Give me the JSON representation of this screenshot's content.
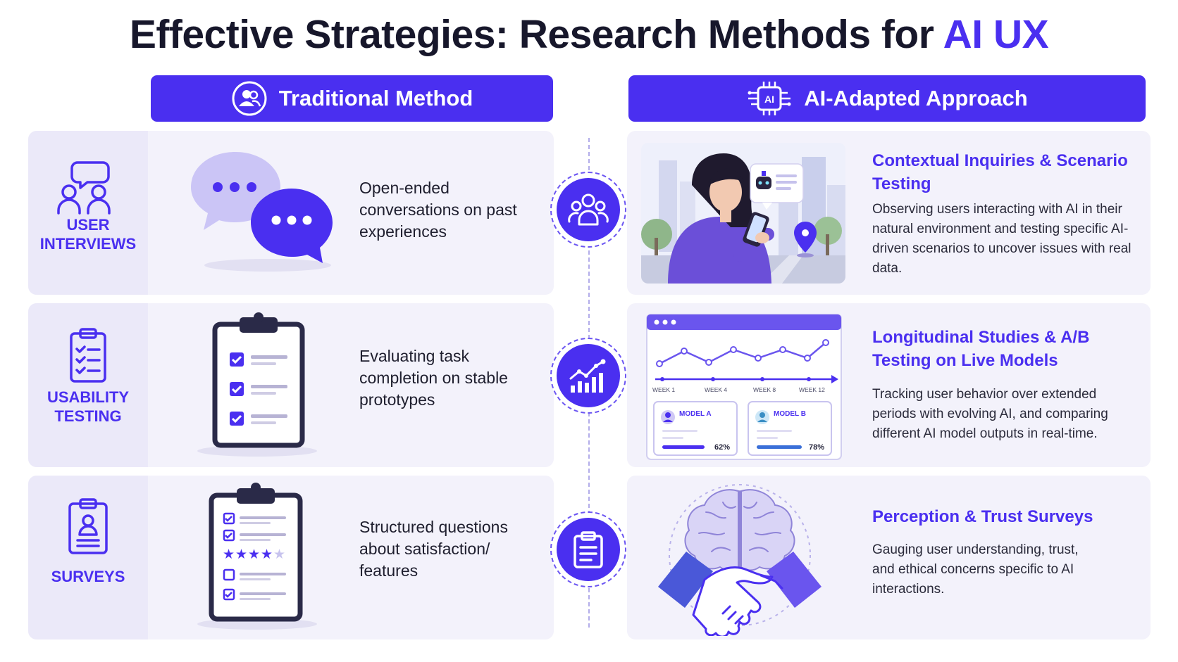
{
  "title": {
    "main": "Effective Strategies: Research Methods for ",
    "accent": "AI UX"
  },
  "headers": {
    "traditional": "Traditional Method",
    "ai": "AI-Adapted Approach",
    "ai_chip": "AI"
  },
  "rows": [
    {
      "label_line1": "USER",
      "label_line2": "INTERVIEWS",
      "traditional_desc": "Open-ended conversations on past experiences",
      "ai_title": "Contextual Inquiries & Scenario Testing",
      "ai_desc": "Observing users interacting with AI in their natural environment and testing specific AI-driven scenarios to uncover issues with real data."
    },
    {
      "label_line1": "USABILITY",
      "label_line2": "TESTING",
      "traditional_desc": "Evaluating task completion on stable prototypes",
      "ai_title": "Longitudinal Studies & A/B Testing on Live Models",
      "ai_desc": "Tracking user behavior over extended periods with evolving AI, and comparing different AI model outputs in real-time."
    },
    {
      "label_line1": "SURVEYS",
      "label_line2": "",
      "traditional_desc": "Structured questions about satisfaction/ features",
      "ai_title": "Perception & Trust Surveys",
      "ai_desc": "Gauging user understanding, trust, and ethical concerns specific to AI interactions."
    }
  ],
  "ab_chart": {
    "weeks": [
      "WEEK 1",
      "WEEK 4",
      "WEEK 8",
      "WEEK 12"
    ],
    "model_a": {
      "name": "MODEL A",
      "value": "62%"
    },
    "model_b": {
      "name": "MODEL B",
      "value": "78%"
    }
  },
  "colors": {
    "accent": "#4a2ff0",
    "card_bg": "#f3f2fb",
    "label_bg": "#ebe9f9"
  }
}
